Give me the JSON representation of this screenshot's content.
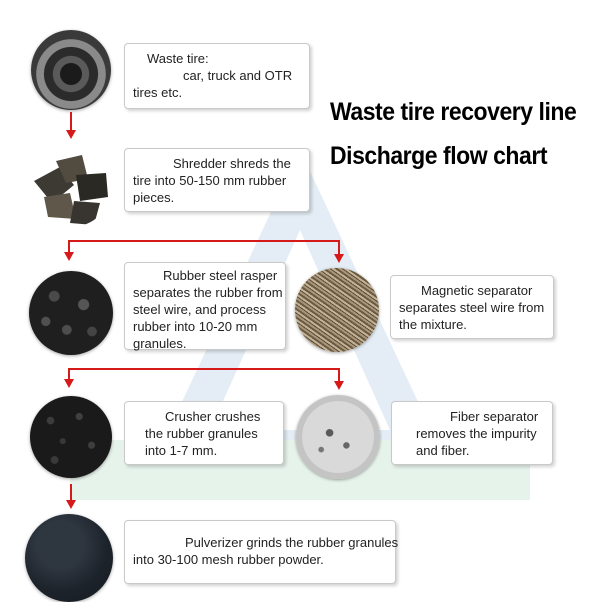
{
  "title": {
    "line1": "Waste tire recovery line",
    "line2": "Discharge flow chart"
  },
  "steps": [
    {
      "name": "waste-tire",
      "image": "tire-icon",
      "lines": [
        "Waste tire:",
        "car, truck and OTR",
        "tires etc."
      ]
    },
    {
      "name": "shredder",
      "image": "shredded-rubber-icon",
      "lines": [
        "Shredder shreds the",
        "tire into 50-150 mm rubber",
        "pieces."
      ]
    },
    {
      "name": "rasper",
      "image": "rubber-granules-icon",
      "lines": [
        "Rubber steel rasper",
        "separates the rubber from",
        "steel wire, and process",
        "rubber into 10-20 mm",
        "granules."
      ]
    },
    {
      "name": "magnetic-separator",
      "image": "steel-wire-icon",
      "lines": [
        "Magnetic separator",
        "separates steel wire from",
        "the mixture."
      ]
    },
    {
      "name": "crusher",
      "image": "rubber-crumb-icon",
      "lines": [
        "Crusher crushes",
        "the rubber granules",
        "into 1-7 mm."
      ]
    },
    {
      "name": "fiber-separator",
      "image": "fiber-icon",
      "lines": [
        "Fiber separator",
        "removes the impurity",
        "and fiber."
      ]
    },
    {
      "name": "pulverizer",
      "image": "rubber-powder-icon",
      "lines": [
        "Pulverizer grinds the rubber granules",
        "into 30-100 mesh rubber powder."
      ]
    }
  ],
  "colors": {
    "arrow": "#d61a1a",
    "box_border": "#c9c9c9"
  }
}
